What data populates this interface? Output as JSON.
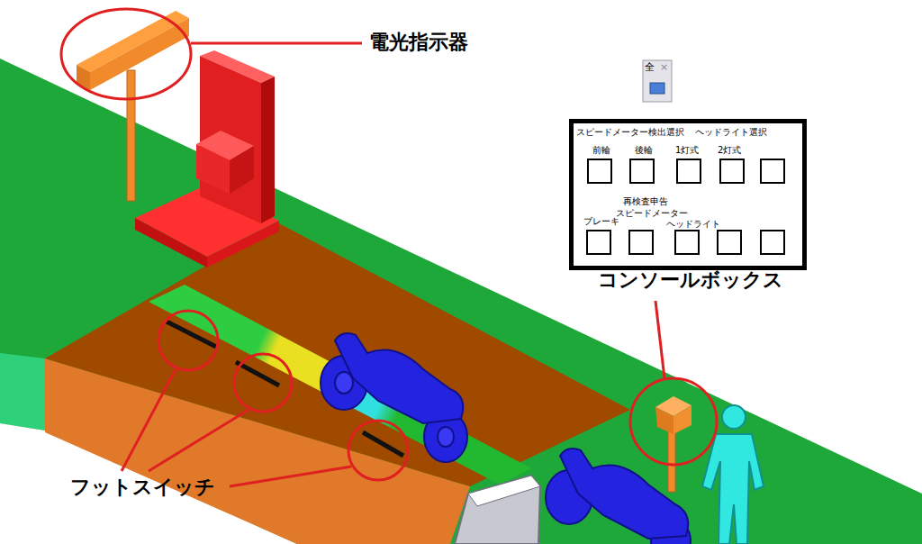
{
  "diagram": {
    "nodes": [
      {
        "text": [
          "スピードメーター検出選択",
          "ヘッドライト選択",
          "前輪",
          "後輪",
          "1灯式",
          "2灯式",
          "再検査申告",
          "スピードメーター",
          "ブレーキ",
          "ヘッドライト"
        ]
      }
    ],
    "labels": [
      "電光指示器",
      "フットスイッチ",
      "コンソールボックス",
      "全",
      "×"
    ]
  }
}
